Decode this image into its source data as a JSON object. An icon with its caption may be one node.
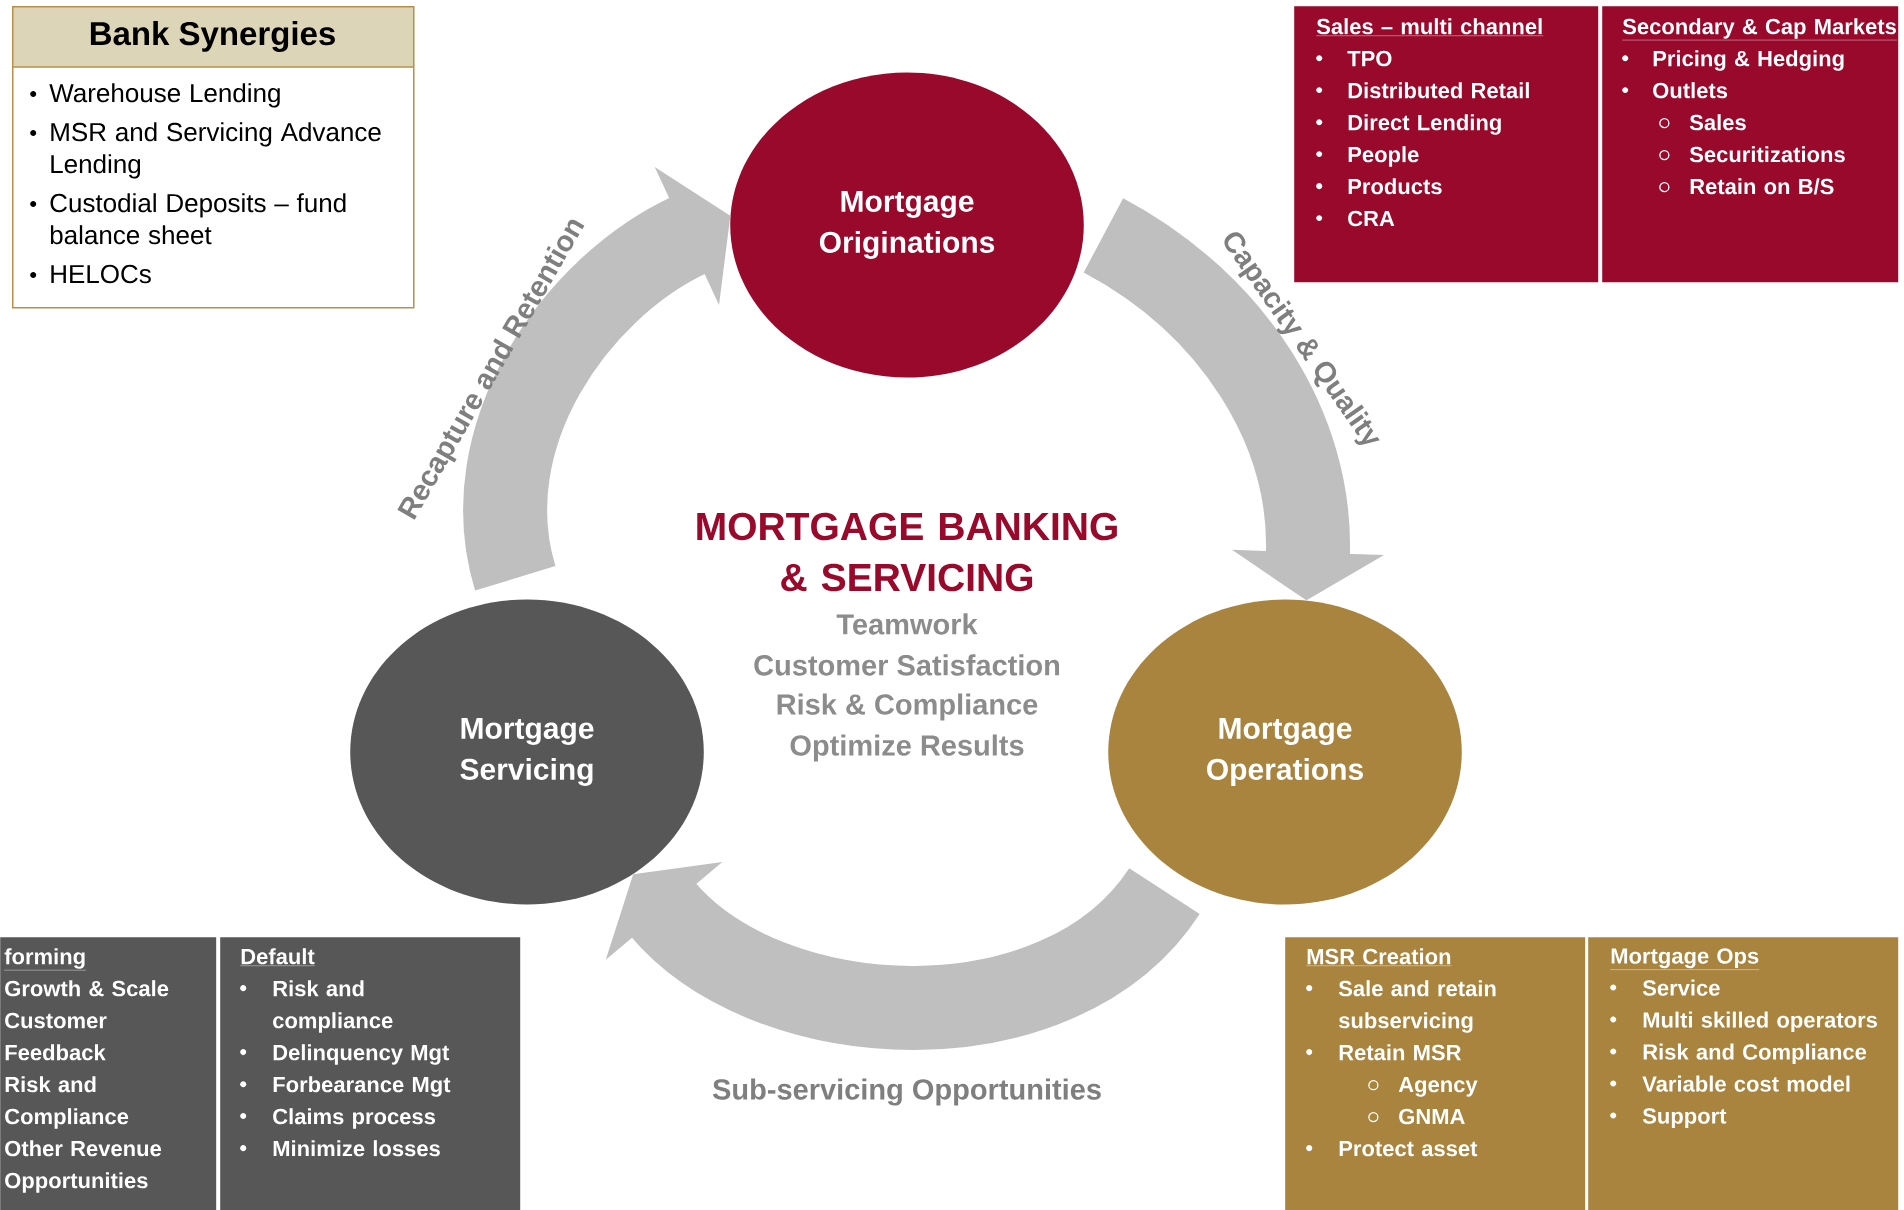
{
  "diagram": {
    "nodes": [
      {
        "text": [
          "Bank Synergies",
          "Warehouse Lending",
          "MSR and Servicing Advance Lending",
          "Custodial Deposits – fund balance sheet",
          "HELOCs"
        ]
      },
      {
        "text": [
          "Mortgage Originations"
        ]
      },
      {
        "text": [
          "Sales – multi channel",
          "TPO",
          "Distributed Retail",
          "Direct Lending",
          "People",
          "Products",
          "CRA"
        ]
      },
      {
        "text": [
          "Secondary & Cap Markets",
          "Pricing & Hedging",
          "Outlets",
          "Sales",
          "Securitizations",
          "Retain on B/S"
        ]
      },
      {
        "text": [
          "Mortgage Servicing"
        ]
      },
      {
        "text": [
          "Mortgage Operations"
        ]
      },
      {
        "text": [
          "forming",
          "Growth & Scale",
          "Customer Feedback",
          "Risk and Compliance",
          "Other Revenue Opportunities"
        ]
      },
      {
        "text": [
          "Default",
          "Risk and compliance",
          "Delinquency Mgt",
          "Forbearance Mgt",
          "Claims process",
          "Minimize losses"
        ]
      },
      {
        "text": [
          "MSR Creation",
          "Sale and retain subservicing",
          "Retain MSR",
          "Agency",
          "GNMA",
          "Protect asset"
        ]
      },
      {
        "text": [
          "Mortgage Ops",
          "Service",
          "Multi skilled operators",
          "Risk and Compliance",
          "Variable cost model",
          "Support"
        ]
      }
    ],
    "edges": [
      {
        "from": 1,
        "to": 5,
        "arrow": "to",
        "label": "Capacity & Quality"
      },
      {
        "from": 5,
        "to": 4,
        "arrow": "to",
        "label": "Sub-servicing Opportunities"
      },
      {
        "from": 4,
        "to": 1,
        "arrow": "to",
        "label": "Recapture and Retention"
      }
    ],
    "labels": [
      "MORTGAGE BANKING & SERVICING",
      "Teamwork",
      "Customer Satisfaction",
      "Risk & Compliance",
      "Optimize Results"
    ]
  }
}
